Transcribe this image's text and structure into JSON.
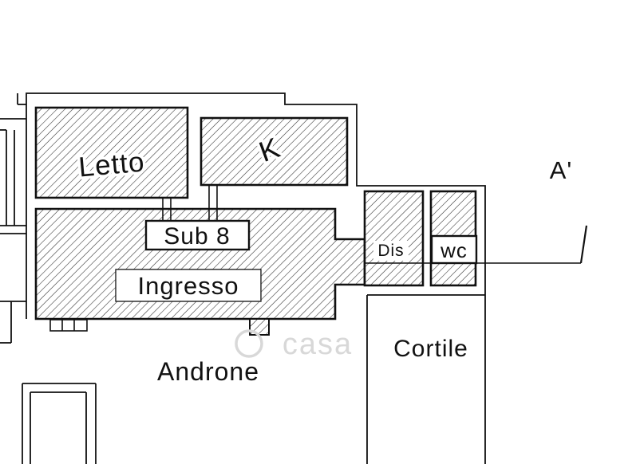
{
  "plan": {
    "rooms": {
      "letto": {
        "label": "Letto"
      },
      "kitchen": {
        "label": "K"
      },
      "sub8": {
        "label": "Sub 8"
      },
      "ingresso": {
        "label": "Ingresso"
      },
      "dis": {
        "label": "Dis"
      },
      "wc": {
        "label": "wc"
      },
      "cortile": {
        "label": "Cortile"
      },
      "androne": {
        "label": "Androne"
      }
    },
    "section_marker": {
      "label": "A'"
    },
    "watermark": "casa",
    "colors": {
      "ink": "#111111",
      "hatch_line": "#2b2b2b",
      "watermark": "#d8d8d8",
      "paper": "#ffffff"
    }
  }
}
